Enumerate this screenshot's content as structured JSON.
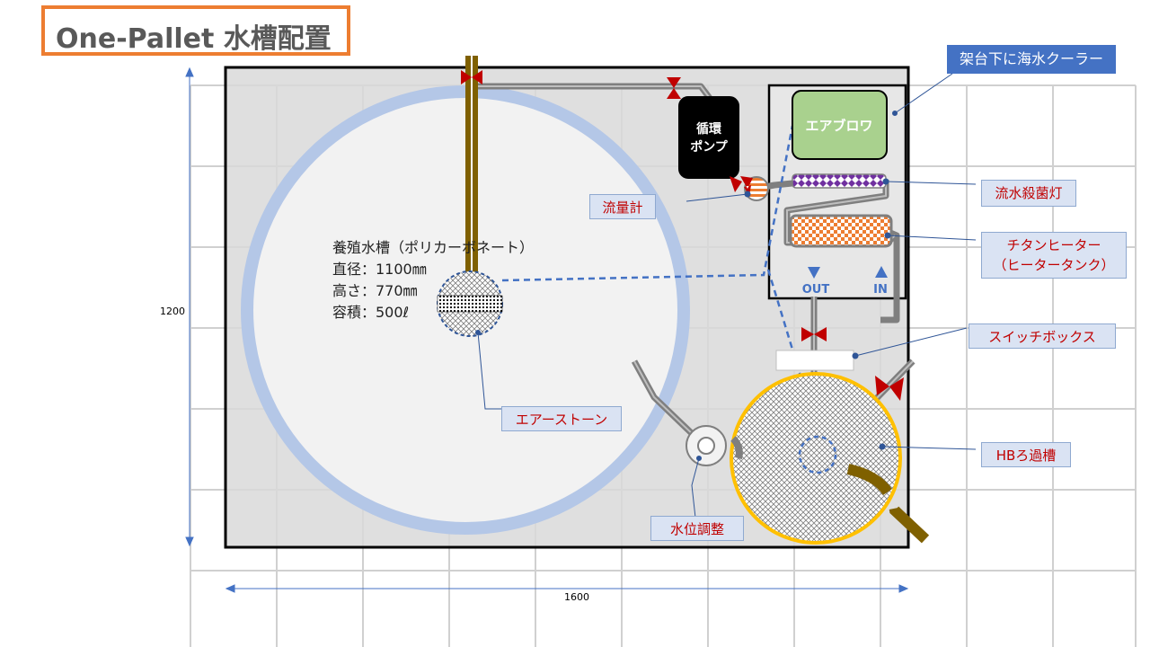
{
  "title": "One-Pallet 水槽配置",
  "note": "架台下に海水クーラー",
  "tank": {
    "name": "養殖水槽（ポリカーボネート）",
    "diameter": "直径：1100㎜",
    "height": "高さ：770㎜",
    "volume": "容積：500ℓ"
  },
  "labels": {
    "pump": [
      "循環",
      "ポンプ"
    ],
    "blower": "エアブロワ",
    "out": "OUT",
    "in": "IN"
  },
  "callouts": {
    "flowmeter": "流量計",
    "uv_lamp": "流水殺菌灯",
    "heater": [
      "チタンヒーター",
      "（ヒータータンク）"
    ],
    "switch_box": "スイッチボックス",
    "air_stone": "エアーストーン",
    "hb_filter": "HBろ過槽",
    "water_level": "水位調整"
  },
  "dimensions": {
    "width": "1600",
    "height": "1200"
  },
  "colors": {
    "title_border": "#ed7d31",
    "note_bg": "#4472c4",
    "callout_text": "#c00000",
    "callout_bg": "#dae3f3",
    "tank_ring": "#b4c7e7",
    "blower": "#a9d18e",
    "filter_ring": "#ffc000",
    "valve": "#c00000"
  }
}
